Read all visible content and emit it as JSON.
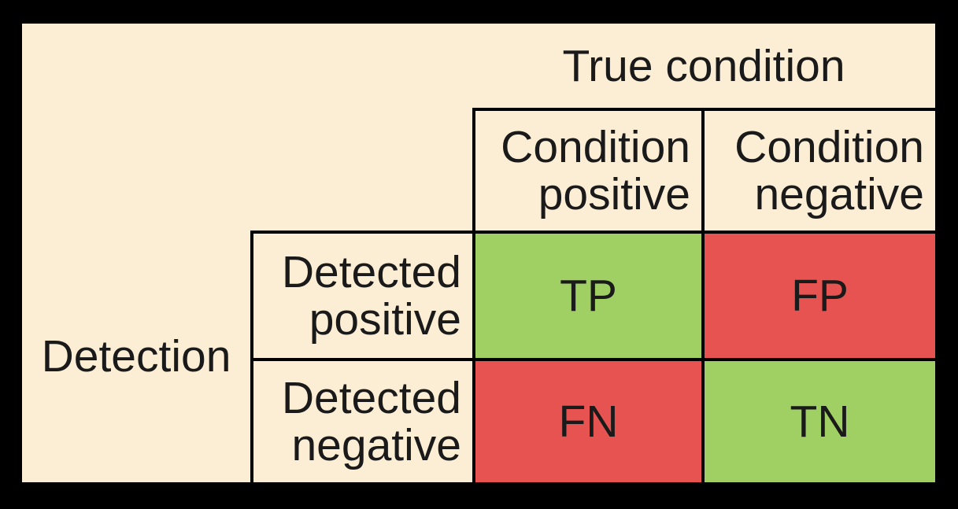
{
  "palette": {
    "frame": "#000000",
    "board": "#FCEDD5",
    "grid_line": "#000000",
    "text": "#1a1a1a",
    "green": "#A0D063",
    "red": "#E75351"
  },
  "matrix": {
    "column_axis_title": "True condition",
    "row_axis_title": "Detection",
    "column_headers": [
      {
        "id": "condition-positive",
        "line1": "Condition",
        "line2": "positive"
      },
      {
        "id": "condition-negative",
        "line1": "Condition",
        "line2": "negative"
      }
    ],
    "row_headers": [
      {
        "id": "detected-positive",
        "line1": "Detected",
        "line2": "positive"
      },
      {
        "id": "detected-negative",
        "line1": "Detected",
        "line2": "negative"
      }
    ],
    "cells": {
      "tp": {
        "label": "TP",
        "color": "green"
      },
      "fp": {
        "label": "FP",
        "color": "red"
      },
      "fn": {
        "label": "FN",
        "color": "red"
      },
      "tn": {
        "label": "TN",
        "color": "green"
      }
    }
  }
}
